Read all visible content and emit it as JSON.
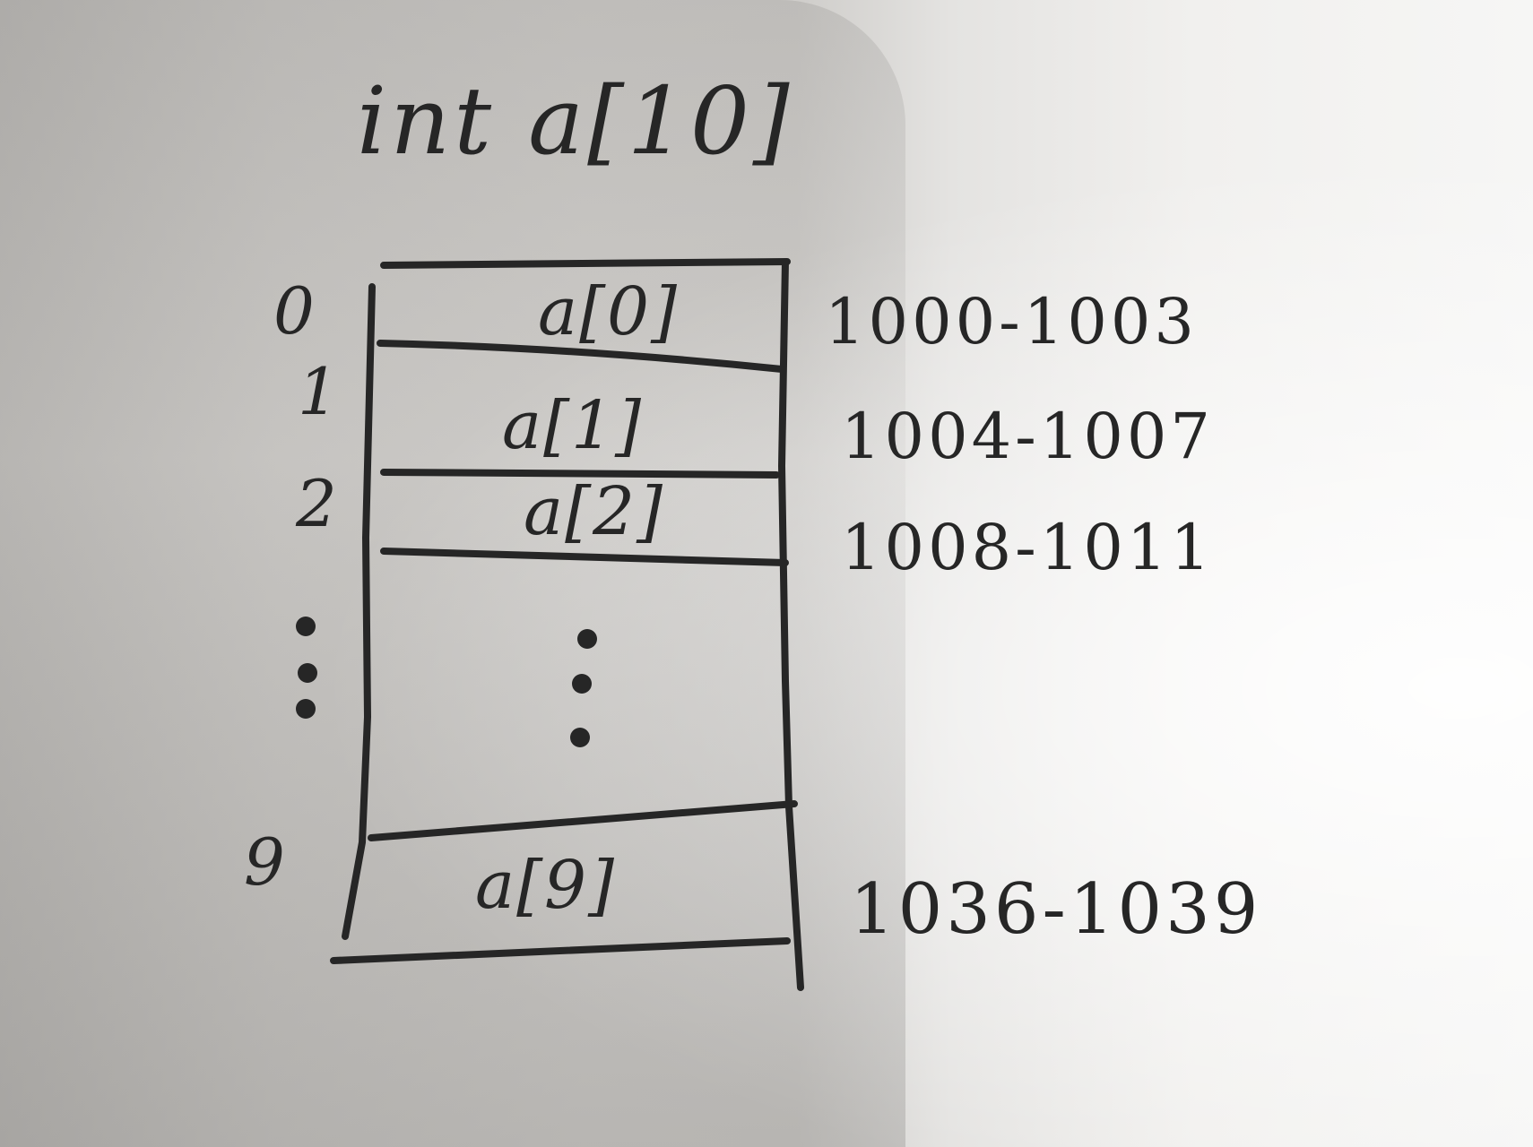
{
  "title": "int a[10]",
  "diagram": {
    "cells": [
      {
        "index": "0",
        "label": "a[0]",
        "address": "1000-1003"
      },
      {
        "index": "1",
        "label": "a[1]",
        "address": "1004-1007"
      },
      {
        "index": "2",
        "label": "a[2]",
        "address": "1008-1011"
      },
      {
        "index": "9",
        "label": "a[9]",
        "address": "1036-1039"
      }
    ],
    "ellipsis": "⋮"
  },
  "colors": {
    "ink": "#262626",
    "paper": "#d0cecb"
  }
}
